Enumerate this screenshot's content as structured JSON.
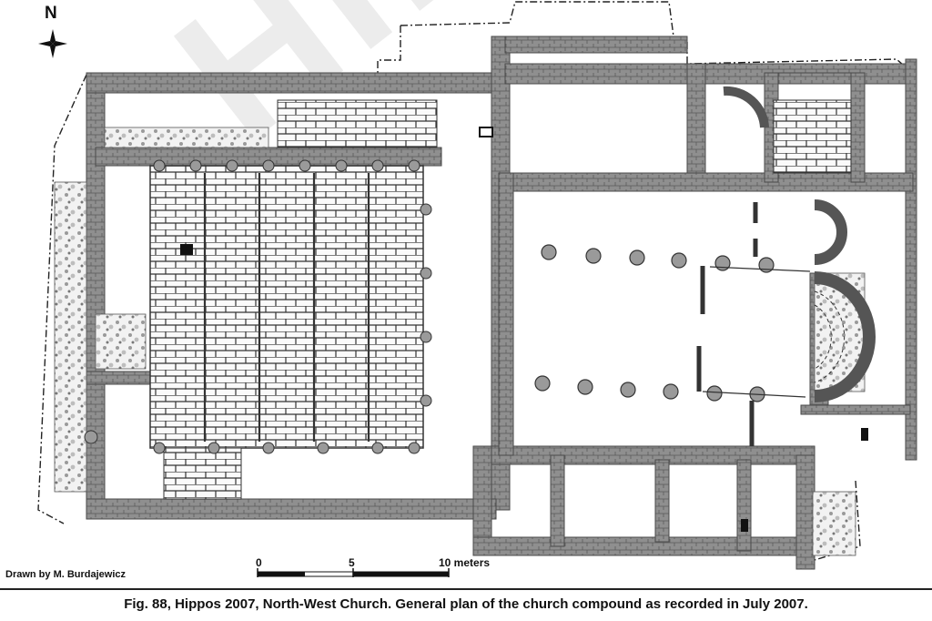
{
  "compass": {
    "north_label": "N",
    "icon": "compass-rose-icon"
  },
  "credit": "Drawn by M. Burdajewicz",
  "scale_bar": {
    "labels": [
      "0",
      "5",
      "10 meters"
    ]
  },
  "caption": "Fig. 88, Hippos 2007, North-West Church. General plan of the church compound as recorded in July 2007.",
  "watermark": "HIPPO",
  "colors": {
    "wall": "#8f8f8f",
    "wall_edge": "#4a4a4a",
    "paving_line": "#333333",
    "line": "#222222"
  }
}
